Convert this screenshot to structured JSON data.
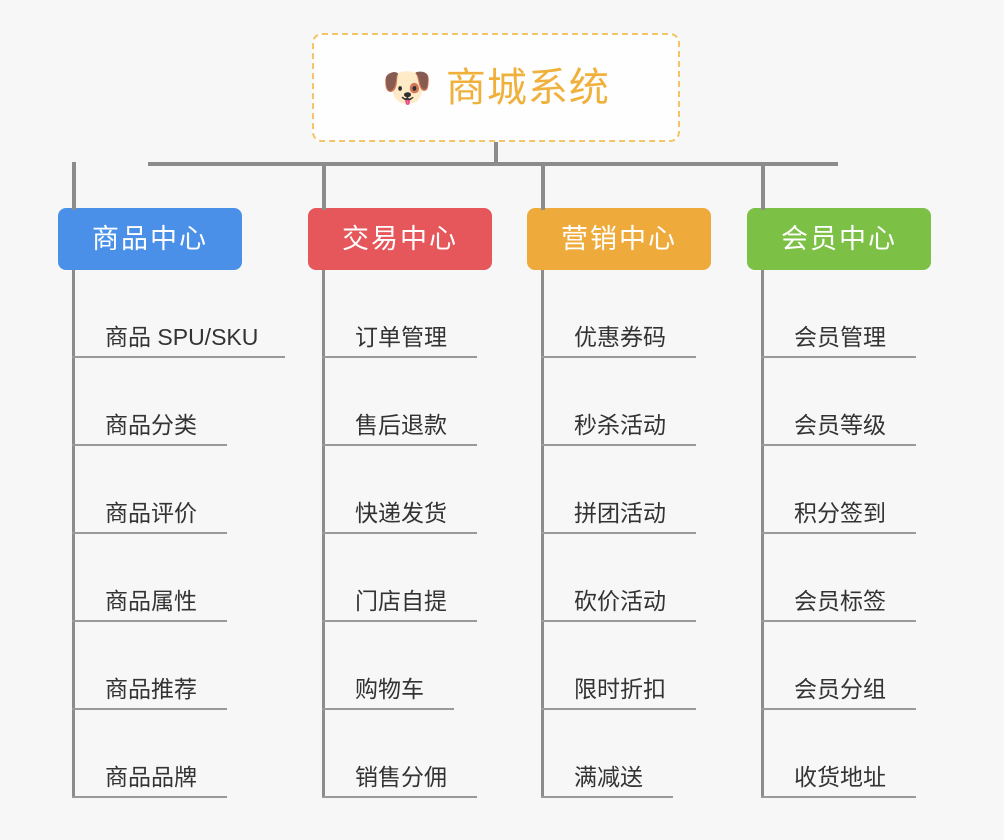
{
  "diagram": {
    "title": "商城系统",
    "root": {
      "icon": "dog-face-icon",
      "emoji": "🐶",
      "label": "商城系统",
      "text_color": "#f0b13c",
      "border_color": "#f3c469",
      "background": "#fefefe"
    },
    "canvas_background": "#f7f7f7",
    "connector_color": "#8c8c8c",
    "columns": [
      {
        "label": "商品中心",
        "color": "#4a90e8",
        "items": [
          {
            "label": "商品 SPU/SKU",
            "rule_width": 213
          },
          {
            "label": "商品分类",
            "rule_width": 155
          },
          {
            "label": "商品评价",
            "rule_width": 155
          },
          {
            "label": "商品属性",
            "rule_width": 155
          },
          {
            "label": "商品推荐",
            "rule_width": 155
          },
          {
            "label": "商品品牌",
            "rule_width": 155
          }
        ]
      },
      {
        "label": "交易中心",
        "color": "#e5575b",
        "items": [
          {
            "label": "订单管理",
            "rule_width": 155
          },
          {
            "label": "售后退款",
            "rule_width": 155
          },
          {
            "label": "快递发货",
            "rule_width": 155
          },
          {
            "label": "门店自提",
            "rule_width": 155
          },
          {
            "label": "购物车",
            "rule_width": 132
          },
          {
            "label": "销售分佣",
            "rule_width": 155
          }
        ]
      },
      {
        "label": "营销中心",
        "color": "#eeab3c",
        "items": [
          {
            "label": "优惠券码",
            "rule_width": 155
          },
          {
            "label": "秒杀活动",
            "rule_width": 155
          },
          {
            "label": "拼团活动",
            "rule_width": 155
          },
          {
            "label": "砍价活动",
            "rule_width": 155
          },
          {
            "label": "限时折扣",
            "rule_width": 155
          },
          {
            "label": "满减送",
            "rule_width": 132
          }
        ]
      },
      {
        "label": "会员中心",
        "color": "#7cc046",
        "items": [
          {
            "label": "会员管理",
            "rule_width": 155
          },
          {
            "label": "会员等级",
            "rule_width": 155
          },
          {
            "label": "积分签到",
            "rule_width": 155
          },
          {
            "label": "会员标签",
            "rule_width": 155
          },
          {
            "label": "会员分组",
            "rule_width": 155
          },
          {
            "label": "收货地址",
            "rule_width": 155
          }
        ]
      }
    ]
  }
}
